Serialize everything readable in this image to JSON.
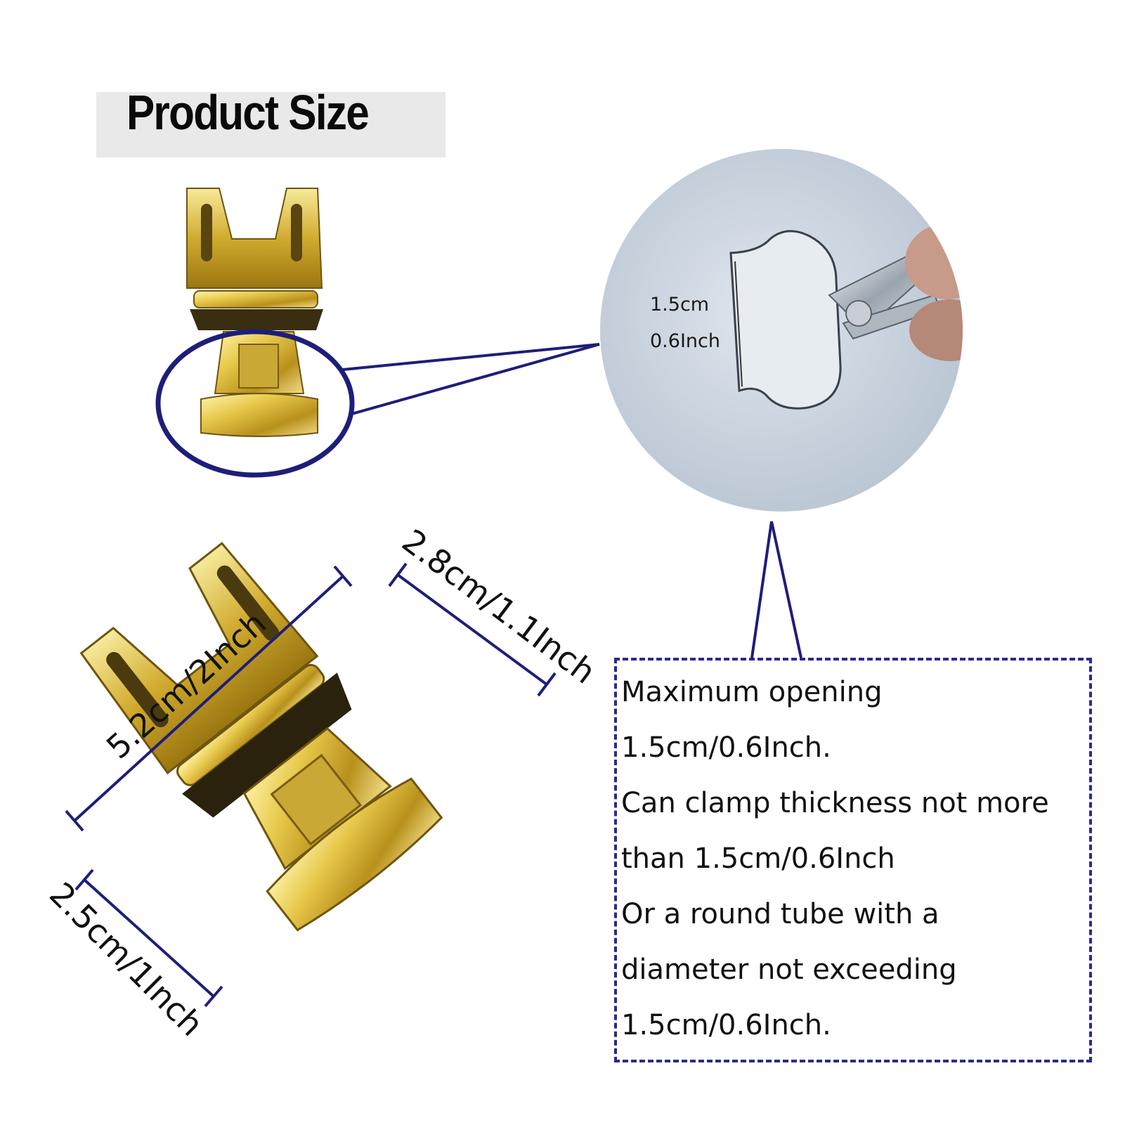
{
  "title": "Product Size",
  "detail": {
    "opening_cm": "1.5cm",
    "opening_inch": "0.6Inch"
  },
  "dimensions": {
    "length": "5.2cm/2Inch",
    "width": "2.8cm/1.1Inch",
    "clip_width": "2.5cm/1Inch"
  },
  "callout": {
    "lines": [
      "Maximum opening",
      "1.5cm/0.6Inch.",
      "Can clamp thickness not more",
      "than 1.5cm/0.6Inch",
      "Or a round tube with a",
      "diameter not exceeding",
      "1.5cm/0.6Inch."
    ]
  },
  "colors": {
    "accent": "#1e1e7a",
    "gold": "#d8b53a",
    "detail_bg": "#c9d3de"
  }
}
